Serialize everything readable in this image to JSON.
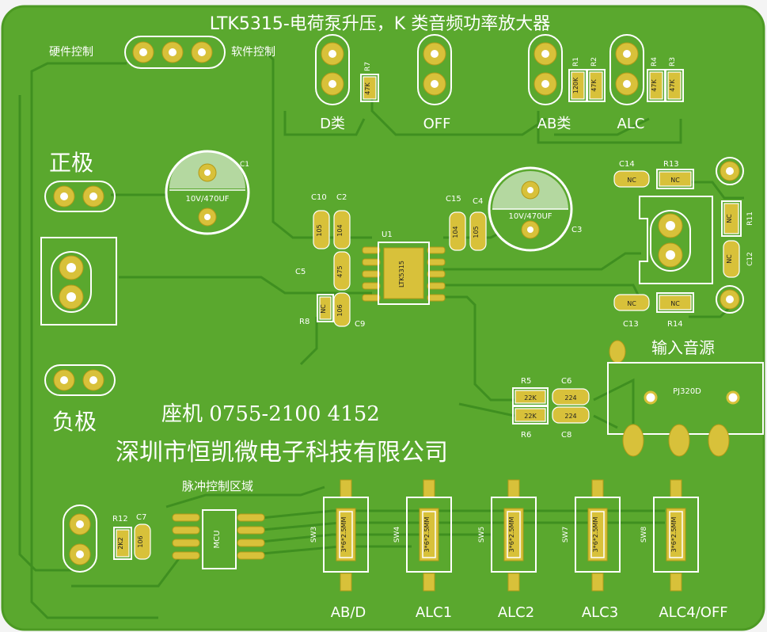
{
  "colors": {
    "board": "#5aa82e",
    "board_dark": "#4a961f",
    "trace": "#3f8f20",
    "pad": "#d8c13a",
    "silk": "#ffffff"
  },
  "title": "LTK5315-电荷泵升压，K 类音频功率放大器",
  "labels": {
    "hw_ctrl": "硬件控制",
    "sw_ctrl": "软件控制",
    "pos": "正极",
    "neg": "负极",
    "d_class": "D类",
    "off": "OFF",
    "ab_class": "AB类",
    "alc": "ALC",
    "audio_in": "输入音源",
    "pulse": "脉冲控制区域",
    "phone": "座机  0755-2100  4152",
    "company": "深圳市恒凯微电子科技有限公司",
    "sw_labels": [
      "AB/D",
      "ALC1",
      "ALC2",
      "ALC3",
      "ALC4/OFF"
    ]
  },
  "refs": {
    "r7": "R7",
    "r7v": "47K",
    "r1": "R1",
    "r1v": "120K",
    "r2": "R2",
    "r2v": "47K",
    "r4": "R4",
    "r4v": "47K",
    "r3": "R3",
    "r3v": "47K",
    "c1": "C1",
    "c1v": "10V/470UF",
    "c3": "C3",
    "c3v": "10V/470UF",
    "c10": "C10",
    "c10v": "105",
    "c2": "C2",
    "c2v": "104",
    "c5": "C5",
    "c5v": "475",
    "c9": "C9",
    "c9v": "106",
    "r8": "R8",
    "r8v": "NC",
    "u1": "U1",
    "u1v": "LTK5315",
    "c15": "C15",
    "c15v": "104",
    "c4": "C4",
    "c4v": "105",
    "c14": "C14",
    "c14v": "NC",
    "r13": "R13",
    "r13v": "NC",
    "c13": "C13",
    "c13v": "NC",
    "r14": "R14",
    "r14v": "NC",
    "r11": "R11",
    "r11v": "NC",
    "c12": "C12",
    "c12v": "NC",
    "r5": "R5",
    "r5v": "22K",
    "c6": "C6",
    "c6v": "224",
    "r6": "R6",
    "r6v": "22K",
    "c8": "C8",
    "c8v": "224",
    "pj": "PJ320D",
    "r12": "R12",
    "r12v": "2K2",
    "c7": "C7",
    "c7v": "106",
    "mcu": "MCU",
    "sw": [
      "SW3",
      "SW4",
      "SW5",
      "SW7",
      "SW8"
    ],
    "swv": "3*6*2.5MM"
  }
}
